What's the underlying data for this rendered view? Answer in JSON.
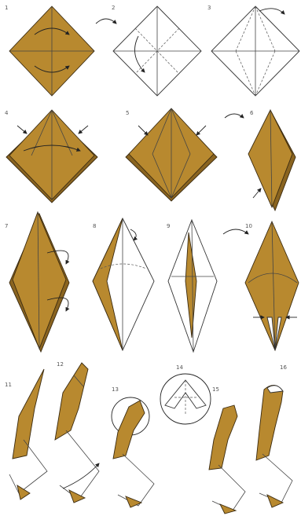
{
  "diagram": {
    "colors": {
      "paper": "#b8892f",
      "paper_dark": "#8a6420",
      "line": "#333333",
      "background": "#ffffff"
    },
    "steps": [
      {
        "number": "1"
      },
      {
        "number": "2"
      },
      {
        "number": "3"
      },
      {
        "number": "4"
      },
      {
        "number": "5"
      },
      {
        "number": "6"
      },
      {
        "number": "7"
      },
      {
        "number": "8"
      },
      {
        "number": "9"
      },
      {
        "number": "10"
      },
      {
        "number": "11"
      },
      {
        "number": "12"
      },
      {
        "number": "13"
      },
      {
        "number": "14"
      },
      {
        "number": "15"
      },
      {
        "number": "16"
      }
    ]
  }
}
